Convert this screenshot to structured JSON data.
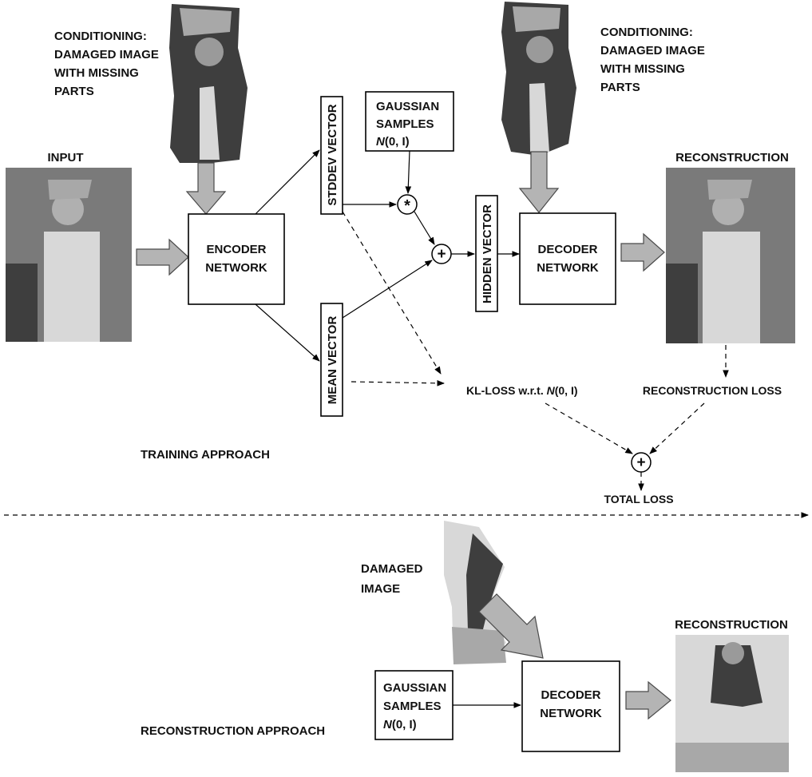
{
  "training": {
    "conditioning_left": [
      "CONDITIONING:",
      "DAMAGED IMAGE",
      "WITH MISSING",
      "PARTS"
    ],
    "conditioning_right": [
      "CONDITIONING:",
      "DAMAGED IMAGE",
      "WITH MISSING",
      "PARTS"
    ],
    "input_label": "INPUT",
    "encoder": [
      "ENCODER",
      "NETWORK"
    ],
    "stddev_vector": "STDDEV VECTOR",
    "mean_vector": "MEAN VECTOR",
    "gaussian": [
      "GAUSSIAN",
      "SAMPLES"
    ],
    "gaussian_dist_n": "N",
    "gaussian_dist_rest": "(0, I)",
    "multiply_op": "*",
    "add_op": "+",
    "hidden_vector": "HIDDEN VECTOR",
    "decoder": [
      "DECODER",
      "NETWORK"
    ],
    "reconstruction_label": "RECONSTRUCTION",
    "kl_loss_prefix": "KL-LOSS w.r.t. ",
    "kl_loss_n": "N",
    "kl_loss_rest": "(0, I)",
    "reconstruction_loss": "RECONSTRUCTION LOSS",
    "sum_op": "+",
    "total_loss": "TOTAL  LOSS",
    "approach_title": "TRAINING APPROACH"
  },
  "reconstruction": {
    "damaged_image": [
      "DAMAGED",
      "IMAGE"
    ],
    "gaussian": [
      "GAUSSIAN",
      "SAMPLES"
    ],
    "gaussian_dist_n": "N",
    "gaussian_dist_rest": "(0, I)",
    "decoder": [
      "DECODER",
      "NETWORK"
    ],
    "reconstruction_label": "RECONSTRUCTION",
    "approach_title": "RECONSTRUCTION APPROACH"
  }
}
